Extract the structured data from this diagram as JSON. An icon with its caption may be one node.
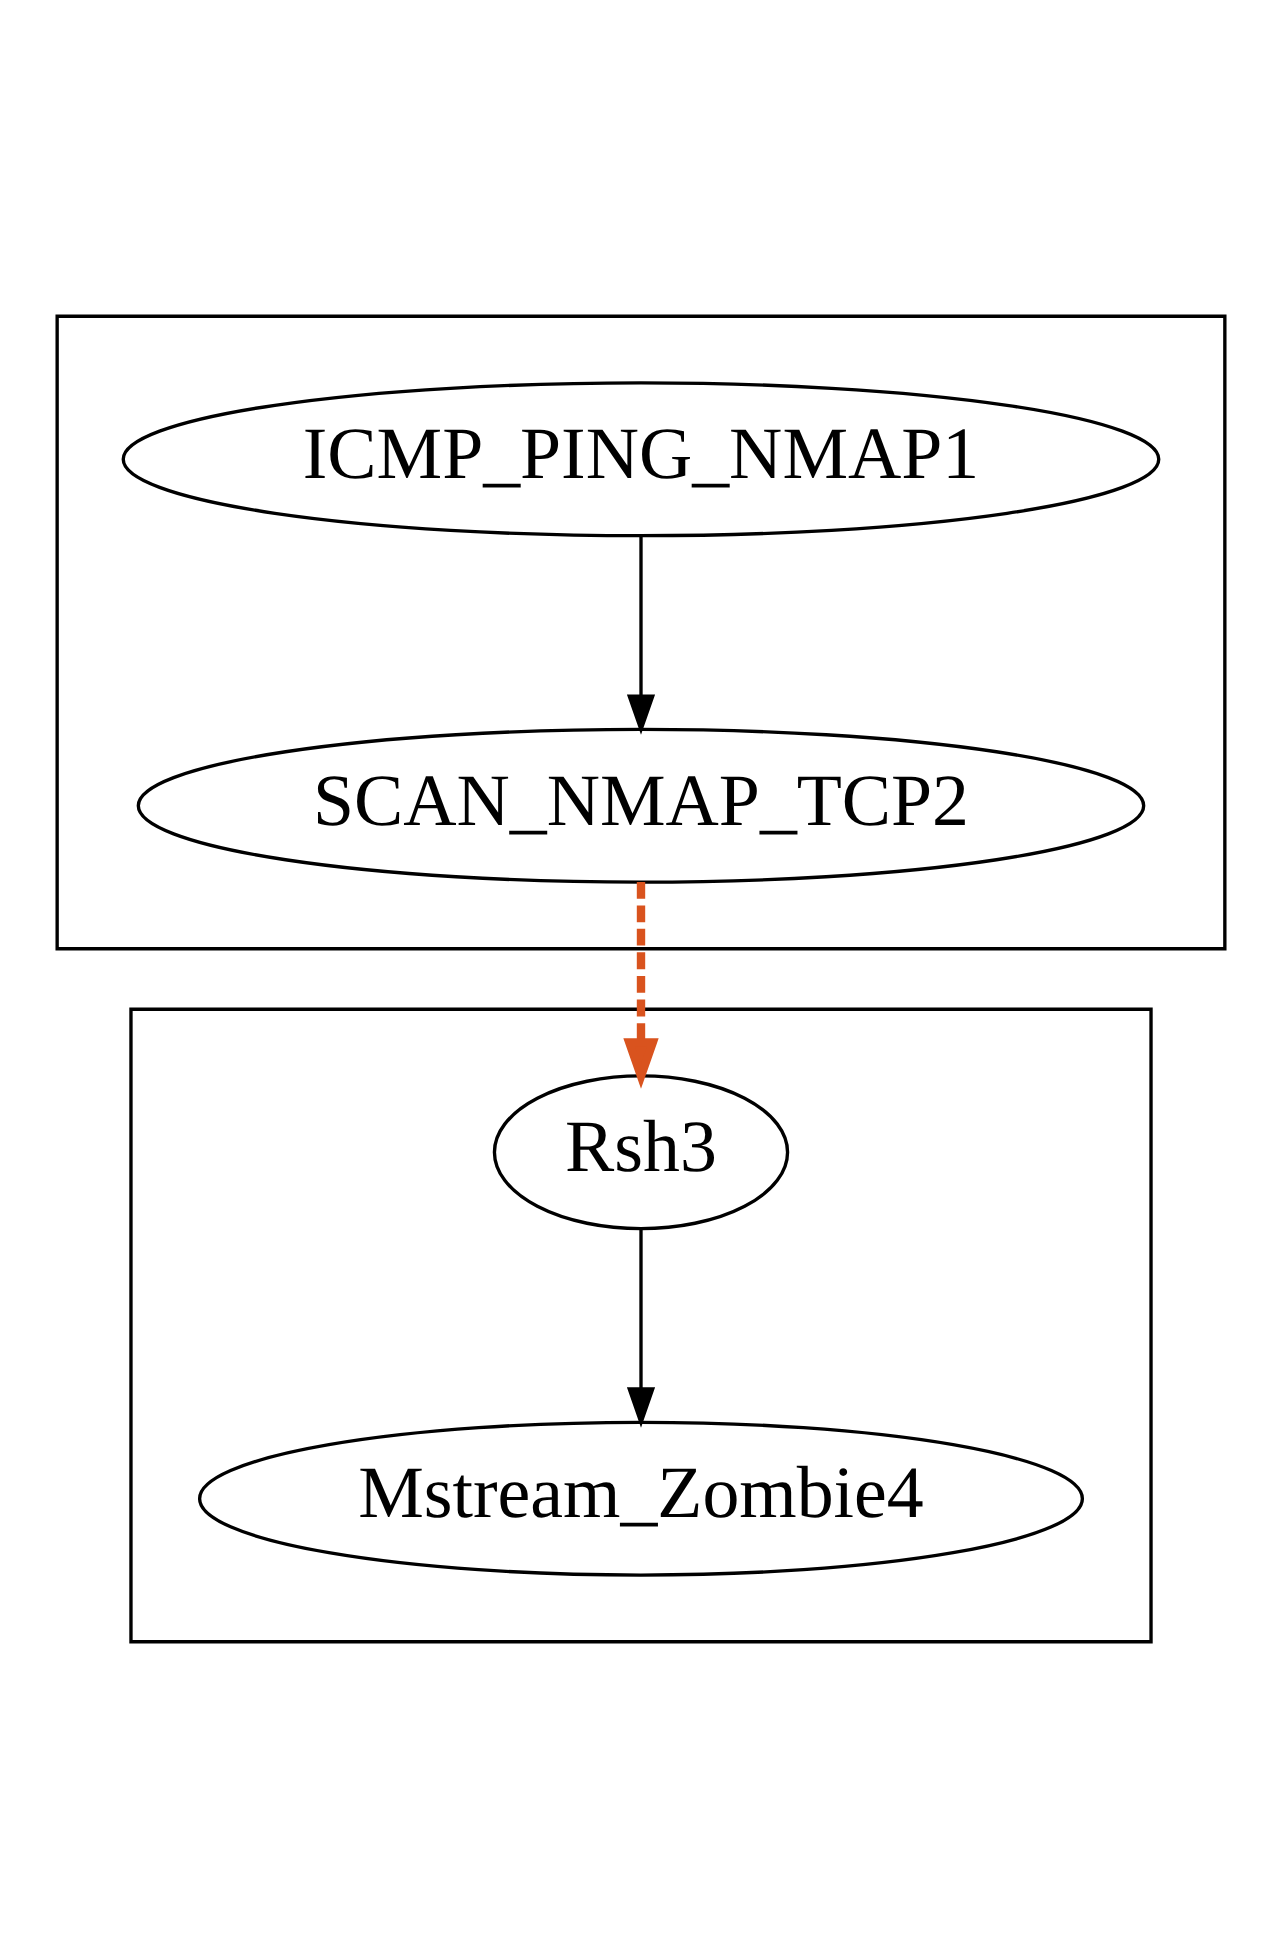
{
  "diagram": {
    "nodes": [
      {
        "text": [],
        "shape": "box"
      },
      {
        "text": [
          "ICMP_PING_NMAP1"
        ],
        "in": 0
      },
      {
        "text": [
          "SCAN_NMAP_TCP2"
        ],
        "in": 0
      },
      {
        "text": [],
        "shape": "box"
      },
      {
        "text": [
          "Rsh3"
        ],
        "in": 3
      },
      {
        "text": [
          "Mstream_Zombie4"
        ],
        "in": 3
      }
    ],
    "edges": [
      {
        "from": 1,
        "to": 2,
        "arrow": "to"
      },
      {
        "from": 2,
        "to": 4,
        "arrow": "to",
        "style": "dashed",
        "color": "#d9531e"
      },
      {
        "from": 4,
        "to": 5,
        "arrow": "to"
      }
    ]
  }
}
